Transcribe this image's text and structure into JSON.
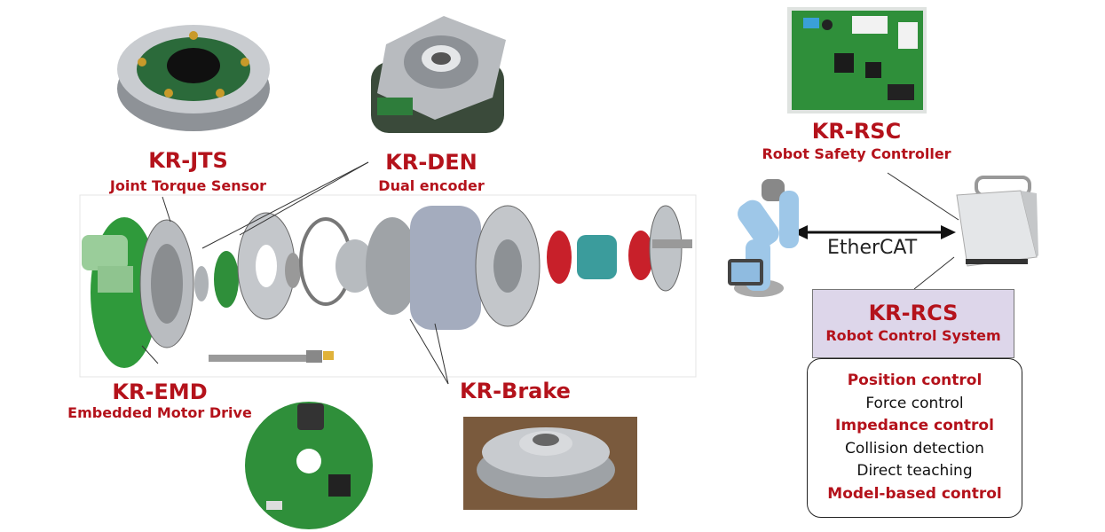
{
  "components": {
    "jts": {
      "title": "KR-JTS",
      "subtitle": "Joint Torque Sensor"
    },
    "den": {
      "title": "KR-DEN",
      "subtitle": "Dual encoder"
    },
    "rsc": {
      "title": "KR-RSC",
      "subtitle": "Robot Safety Controller"
    },
    "emd": {
      "title": "KR-EMD",
      "subtitle": "Embedded Motor Drive"
    },
    "brake": {
      "title": "KR-Brake"
    },
    "rcs": {
      "title": "KR-RCS",
      "subtitle": "Robot Control System"
    }
  },
  "link_label": "EtherCAT",
  "features": [
    {
      "label": "Position control",
      "highlight": true
    },
    {
      "label": "Force control",
      "highlight": false
    },
    {
      "label": "Impedance control",
      "highlight": true
    },
    {
      "label": "Collision detection",
      "highlight": false
    },
    {
      "label": "Direct teaching",
      "highlight": false
    },
    {
      "label": "Model-based control",
      "highlight": true
    }
  ],
  "colors": {
    "accent": "#b4121b",
    "rcs_box": "#ddd6ea",
    "pcb_green": "#2f8f3a",
    "part_teal": "#3b9c9c",
    "part_red": "#c8202a"
  }
}
